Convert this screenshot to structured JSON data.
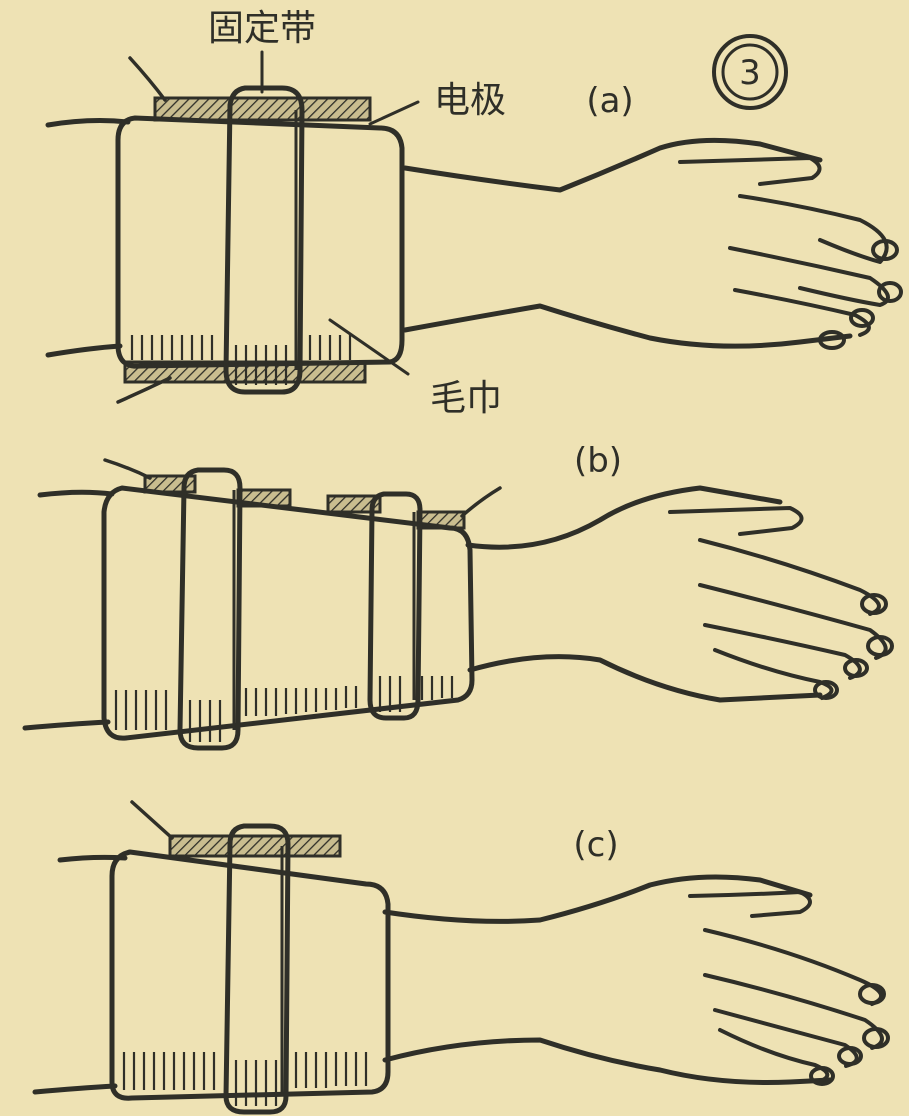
{
  "figure": {
    "number_badge": "3",
    "labels": {
      "strap": "固定带",
      "electrode": "电极",
      "towel": "毛巾"
    },
    "panels": [
      {
        "id": "a",
        "caption": "(a)"
      },
      {
        "id": "b",
        "caption": "(b)"
      },
      {
        "id": "c",
        "caption": "(c)"
      }
    ]
  },
  "colors": {
    "paper": "#eee2b4",
    "ink": "#2f2f28"
  }
}
